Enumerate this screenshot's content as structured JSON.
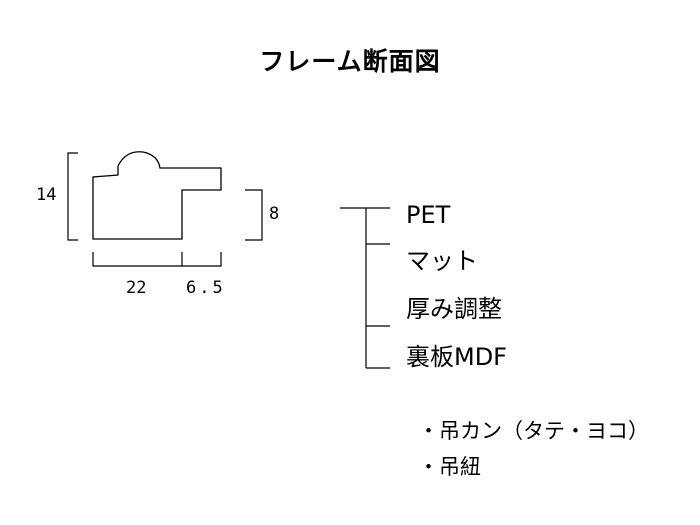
{
  "title": "フレーム断面図",
  "dimensions": {
    "height_total": "14",
    "height_rebate": "8",
    "width_main": "22",
    "width_step": "6.5"
  },
  "layers": [
    "PET",
    "マット",
    "厚み調整",
    "裏板MDF"
  ],
  "notes": [
    "・吊カン（タテ・ヨコ）",
    "・吊紐"
  ],
  "colors": {
    "stroke": "#000000",
    "background": "#ffffff"
  }
}
